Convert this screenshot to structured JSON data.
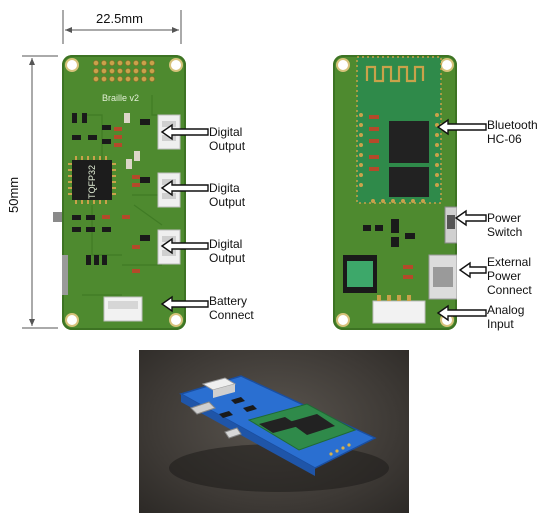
{
  "dimensions": {
    "width_label": "22.5mm",
    "height_label": "50mm"
  },
  "front_board": {
    "silkscreen_title": "Braille v2",
    "chip_label": "TQFP32",
    "callouts": [
      {
        "label": "Digital\nOutput"
      },
      {
        "label": "Digita\nOutput"
      },
      {
        "label": "Digital\nOutput"
      },
      {
        "label": "Battery\nConnect"
      }
    ]
  },
  "back_board": {
    "callouts": [
      {
        "label": "Bluetooth\nHC-06"
      },
      {
        "label": "Power\nSwitch"
      },
      {
        "label": "External\nPower\nConnect"
      },
      {
        "label": "Analog\nInput"
      }
    ]
  },
  "colors": {
    "pcb_green": "#4e8a2f",
    "bluetooth_module": "#2f8a4a",
    "photo_background": "#3d3935",
    "photo_board_blue": "#2a6fd1"
  }
}
